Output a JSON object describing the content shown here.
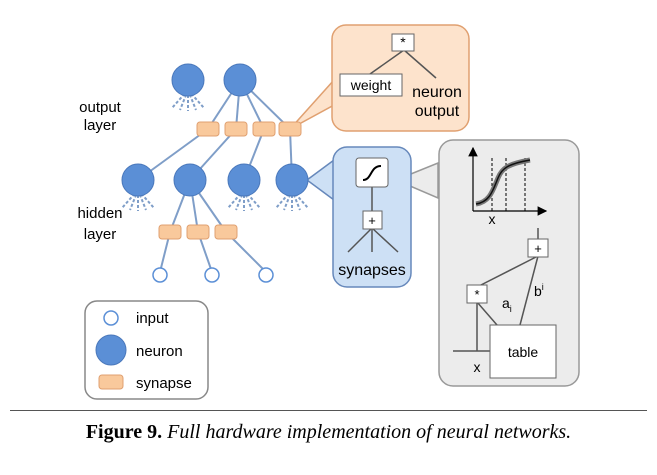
{
  "layers": {
    "output": [
      "output",
      "layer"
    ],
    "hidden": [
      "hidden",
      "layer"
    ]
  },
  "zoom_output": {
    "op": "*",
    "weight": "weight",
    "neuron_output": [
      "neuron",
      "output"
    ]
  },
  "zoom_synapse": {
    "op": "+",
    "label": "synapses"
  },
  "zoom_detail": {
    "plot_xlabel": "x",
    "op_add": "+",
    "op_mul": "*",
    "a_label": "a",
    "a_sub": "i",
    "b_label": "b",
    "b_sub": "i",
    "table": "table",
    "x_input": "x"
  },
  "legend": {
    "input": "input",
    "neuron": "neuron",
    "synapse": "synapse"
  },
  "caption": {
    "label": "Figure 9.",
    "text": "Full hardware implementation of neural networks."
  },
  "colors": {
    "neuron": "#5b8fd6",
    "synapse": "#f9c99c",
    "edge": "#7f9ec8",
    "callout_orange": "#fde3cc",
    "callout_blue": "#cde0f5",
    "callout_gray": "#ececec"
  }
}
